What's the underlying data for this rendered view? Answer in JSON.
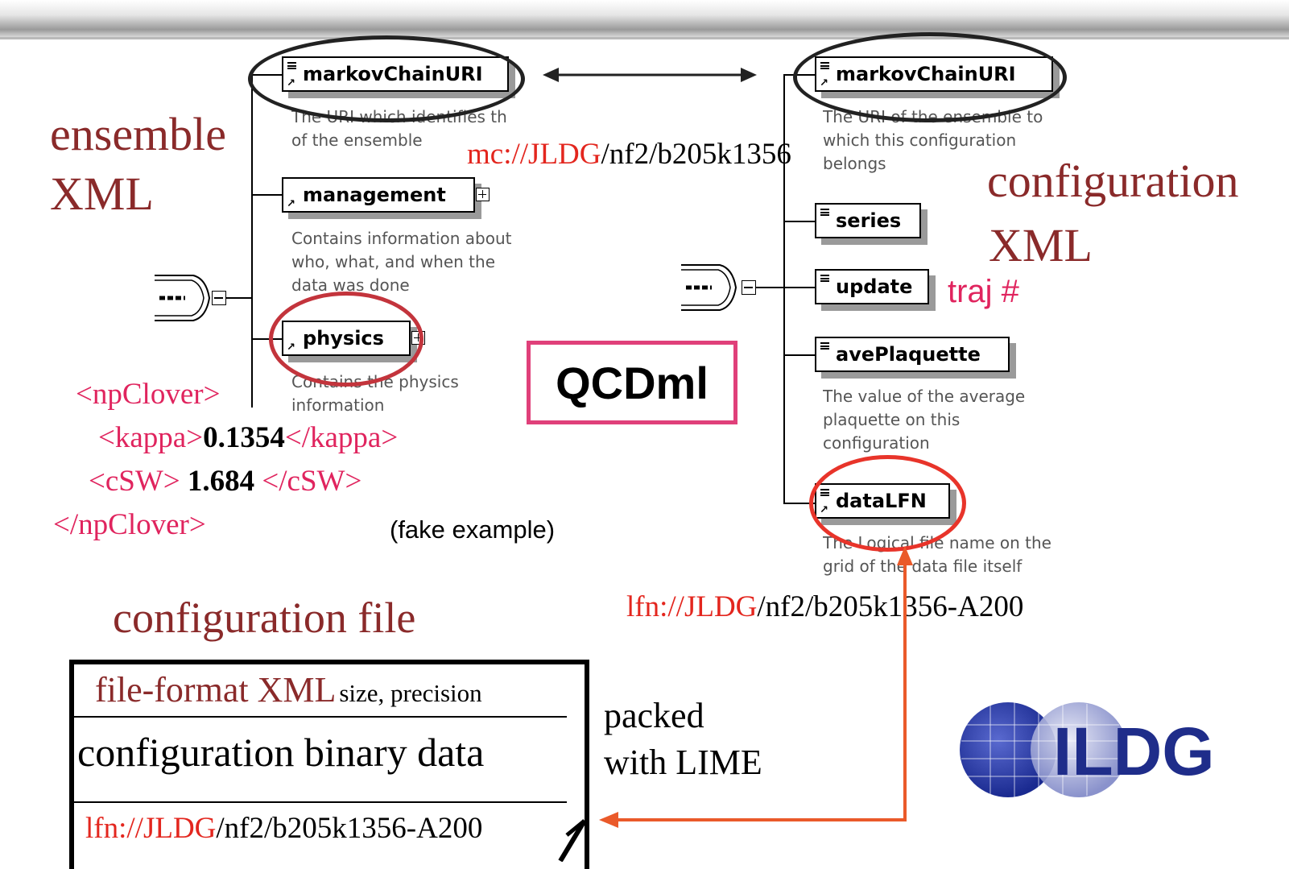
{
  "labels": {
    "ensemble_xml_line1": "ensemble",
    "ensemble_xml_line2": "XML",
    "configuration_xml_line1": "configuration",
    "configuration_xml_line2": "XML",
    "traj": "traj #",
    "qcdml": "QCDml",
    "configuration_file": "configuration file",
    "fake_example": "(fake example)",
    "packed_line1": "packed",
    "packed_line2": "with LIME"
  },
  "ensemble_schema": {
    "markov": {
      "name": "markovChainURI",
      "desc": [
        "The URI which identifies th",
        "of the ensemble"
      ]
    },
    "management": {
      "name": "management",
      "desc": [
        "Contains information about",
        "who, what, and when the",
        "data was done"
      ]
    },
    "physics": {
      "name": "physics",
      "desc": [
        "Contains the physics",
        "information"
      ]
    }
  },
  "configuration_schema": {
    "markov": {
      "name": "markovChainURI",
      "desc": [
        "The URI of the ensemble to",
        "which this configuration",
        "belongs"
      ]
    },
    "series": {
      "name": "series"
    },
    "update": {
      "name": "update"
    },
    "aveplaquette": {
      "name": "avePlaquette",
      "desc": [
        "The value of the average",
        "plaquette on this",
        "configuration"
      ]
    },
    "datalfn": {
      "name": "dataLFN",
      "desc": [
        "The Logical file name on the",
        "grid of the data file itself"
      ]
    }
  },
  "mc_uri": {
    "scheme": "mc://",
    "host": "JLDG",
    "path": "/nf2/b205k1356"
  },
  "lfn_uri": {
    "scheme": "lfn://",
    "host": "JLDG",
    "path": "/nf2/b205k1356-A200"
  },
  "xml_example": {
    "open": "<npClover>",
    "kappa_open": "<kappa>",
    "kappa_value": "0.1354",
    "kappa_close": "</kappa>",
    "csw_open": "<cSW>",
    "csw_value": "1.684",
    "csw_close": "</cSW>",
    "close": "</npClover>"
  },
  "file_box": {
    "fileformat": "file-format XML",
    "fileformat_note": "size, precision",
    "binary": "configuration binary data"
  },
  "logo": {
    "text": "ILDG"
  },
  "colors": {
    "dark_red": "#8a2a2a",
    "red": "#e3261e",
    "pink": "#e0245e",
    "arrow_orange": "#ea5a2a"
  }
}
